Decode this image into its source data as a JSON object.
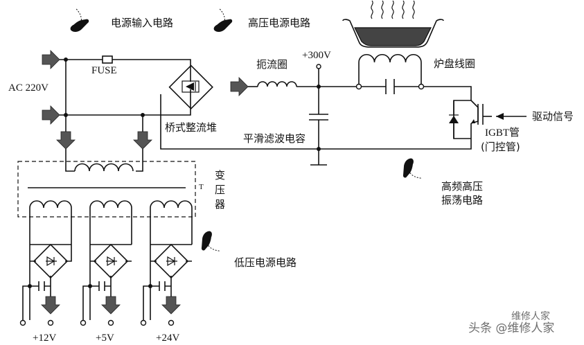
{
  "labels": {
    "power_input_circuit": "电源输入电路",
    "hv_power_circuit": "高压电源电路",
    "fuse": "FUSE",
    "ac_input": "AC 220V",
    "bridge_rectifier": "桥式整流堆",
    "choke": "扼流圈",
    "dc_voltage": "+300V",
    "coil": "炉盘线圈",
    "filter_cap": "平滑滤波电容",
    "drive_signal": "驱动信号",
    "igbt": "IGBT管",
    "gate_tube": "(门控管)",
    "hf_osc_line1": "高频高压",
    "hf_osc_line2": "振荡电路",
    "transformer_t": "T",
    "transformer_1": "变",
    "transformer_2": "压",
    "transformer_3": "器",
    "lv_power_circuit": "低压电源电路",
    "out_12v": "+12V",
    "out_5v": "+5V",
    "out_24v": "+24V"
  },
  "watermark": {
    "small": "维修人家",
    "main": "头条 @维修人家"
  }
}
